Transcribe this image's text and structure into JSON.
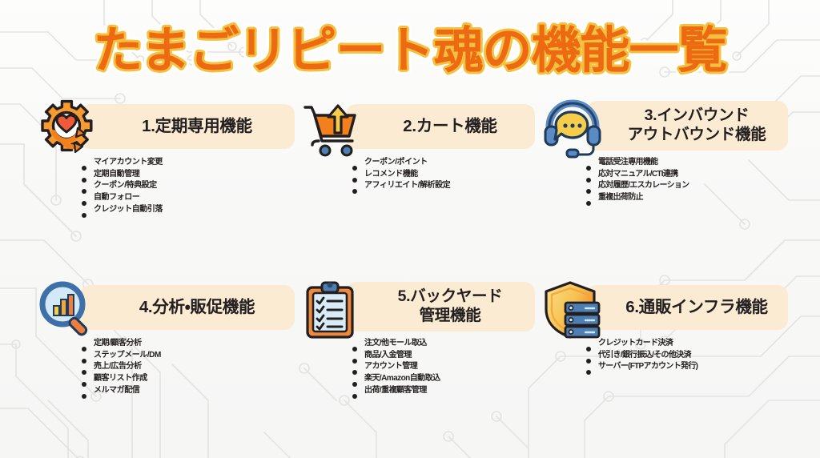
{
  "page": {
    "title": "たまごリピート魂の機能一覧",
    "background_style": "circuit-board",
    "colors": {
      "title_fill": "#ee6a12",
      "title_outline": "#f3c13f",
      "banner_bg": "#faebd2",
      "text": "#231f20",
      "accent_orange": "#f08a2c",
      "accent_blue": "#5a8bc4",
      "accent_yellow": "#f5cd4a",
      "page_bg": "#f9f9f8"
    }
  },
  "cards": [
    {
      "number": "1.",
      "icon": "gear-heart-icon",
      "title": "1.定期専用機能",
      "lines": 1,
      "items": [
        "マイアカウント変更",
        "定期自動管理",
        "クーポン/特典設定",
        "自動フォロー",
        "クレジット自動引落"
      ]
    },
    {
      "number": "2.",
      "icon": "shopping-cart-upload-icon",
      "title": "2.カート機能",
      "lines": 1,
      "items": [
        "クーポン/ポイント",
        "レコメンド機能",
        "アフィリエイト/解析設定"
      ]
    },
    {
      "number": "3.",
      "icon": "headset-chat-icon",
      "title": "3.インバウンド\nアウトバウンド機能",
      "lines": 2,
      "items": [
        "電話受注専用機能",
        "応対マニュアル/CTI連携",
        "応対履歴/エスカレーション",
        "重複出荷防止"
      ]
    },
    {
      "number": "4.",
      "icon": "magnifier-bar-chart-icon",
      "title": "4.分析・販促機能",
      "lines": 1,
      "items": [
        "定期/顧客分析",
        "ステップメール/DM",
        "売上/広告分析",
        "顧客リスト作成",
        "メルマガ配信"
      ]
    },
    {
      "number": "5.",
      "icon": "clipboard-checklist-icon",
      "title": "5.バックヤード\n管理機能",
      "lines": 2,
      "items": [
        "注文/他モール取込",
        "商品/入金管理",
        "アカウント管理",
        "楽天/Amazon自動取込",
        "出荷/重複顧客管理"
      ]
    },
    {
      "number": "6.",
      "icon": "shield-server-icon",
      "title": "6.通販インフラ機能",
      "lines": 1,
      "items": [
        "クレジットカード決済",
        "代引き/銀行振込/その他決済",
        "サーバー(FTPアカウント発行)"
      ]
    }
  ]
}
